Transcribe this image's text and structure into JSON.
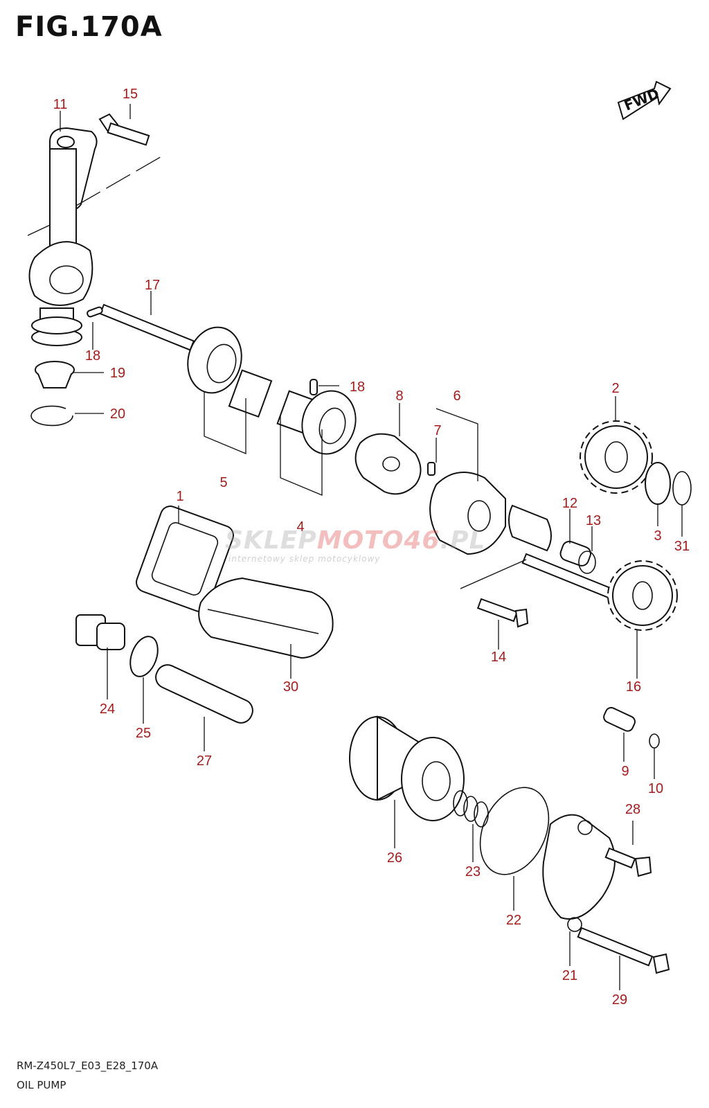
{
  "figure": {
    "title": "FIG.170A",
    "model_code": "RM-Z450L7_E03_E28_170A",
    "section_name": "OIL PUMP",
    "direction_label": "FWD"
  },
  "watermark": {
    "brand_prefix": "SKLEP",
    "brand_highlight": "MOTO46",
    "brand_suffix": ".PL",
    "tagline": "internetowy sklep motocyklowy"
  },
  "callouts": [
    "1",
    "2",
    "3",
    "4",
    "5",
    "6",
    "7",
    "8",
    "9",
    "10",
    "11",
    "12",
    "13",
    "14",
    "15",
    "16",
    "17",
    "18",
    "18",
    "19",
    "20",
    "21",
    "22",
    "23",
    "24",
    "25",
    "26",
    "27",
    "28",
    "29",
    "30",
    "31"
  ],
  "colors": {
    "callout": "#a51c1c",
    "line": "#111111",
    "background": "#ffffff"
  }
}
